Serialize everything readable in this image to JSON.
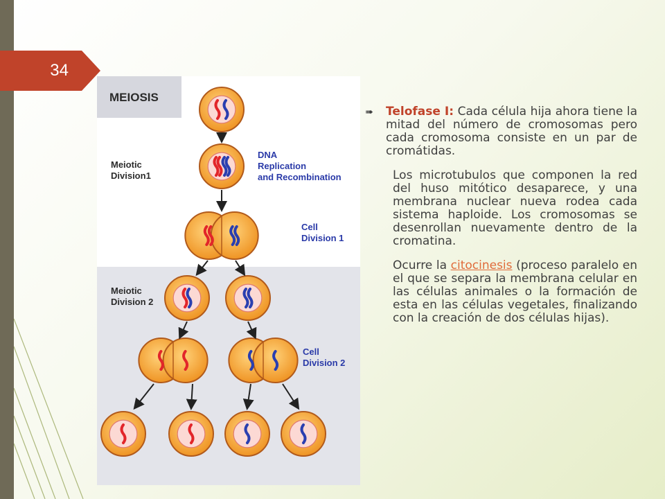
{
  "slide": {
    "number": "34"
  },
  "figure": {
    "title": "MEIOSIS",
    "labels": {
      "meiotic_division1": [
        "Meiotic",
        "Division1"
      ],
      "dna_replication": [
        "DNA",
        "Replication",
        "and Recombination"
      ],
      "cell_division1": [
        "Cell",
        "Division 1"
      ],
      "meiotic_division2": [
        "Meiotic",
        "Division 2"
      ],
      "cell_division2": [
        "Cell",
        "Division 2"
      ]
    },
    "colors": {
      "cell_fill": "#f7a531",
      "cell_edge": "#b15a1b",
      "nucleus": "#fcd9d4",
      "chrom_red": "#e2262a",
      "chrom_blue": "#2a3fb0",
      "label_blue": "#2a3aa8"
    }
  },
  "content": {
    "bullet_icon": "arrow-right-bullet-icon",
    "lead": "Telofase I:",
    "lead_text": " Cada célula hija ahora tiene la mitad del número de cromosomas pero cada cromosoma consiste en un par de cromátidas.",
    "para2": "Los microtubulos que componen la red del huso mitótico desaparece, y una membrana nuclear nueva rodea cada sistema haploide. Los cromosomas se desenrollan nuevamente dentro de la cromatina.",
    "para3_pre": "Ocurre la ",
    "para3_link": "citocinesis",
    "para3_post": " (proceso paralelo en el que se separa la membrana celular en las células animales o la formación de esta en las células vegetales, finalizando con la creación de dos células hijas)."
  }
}
